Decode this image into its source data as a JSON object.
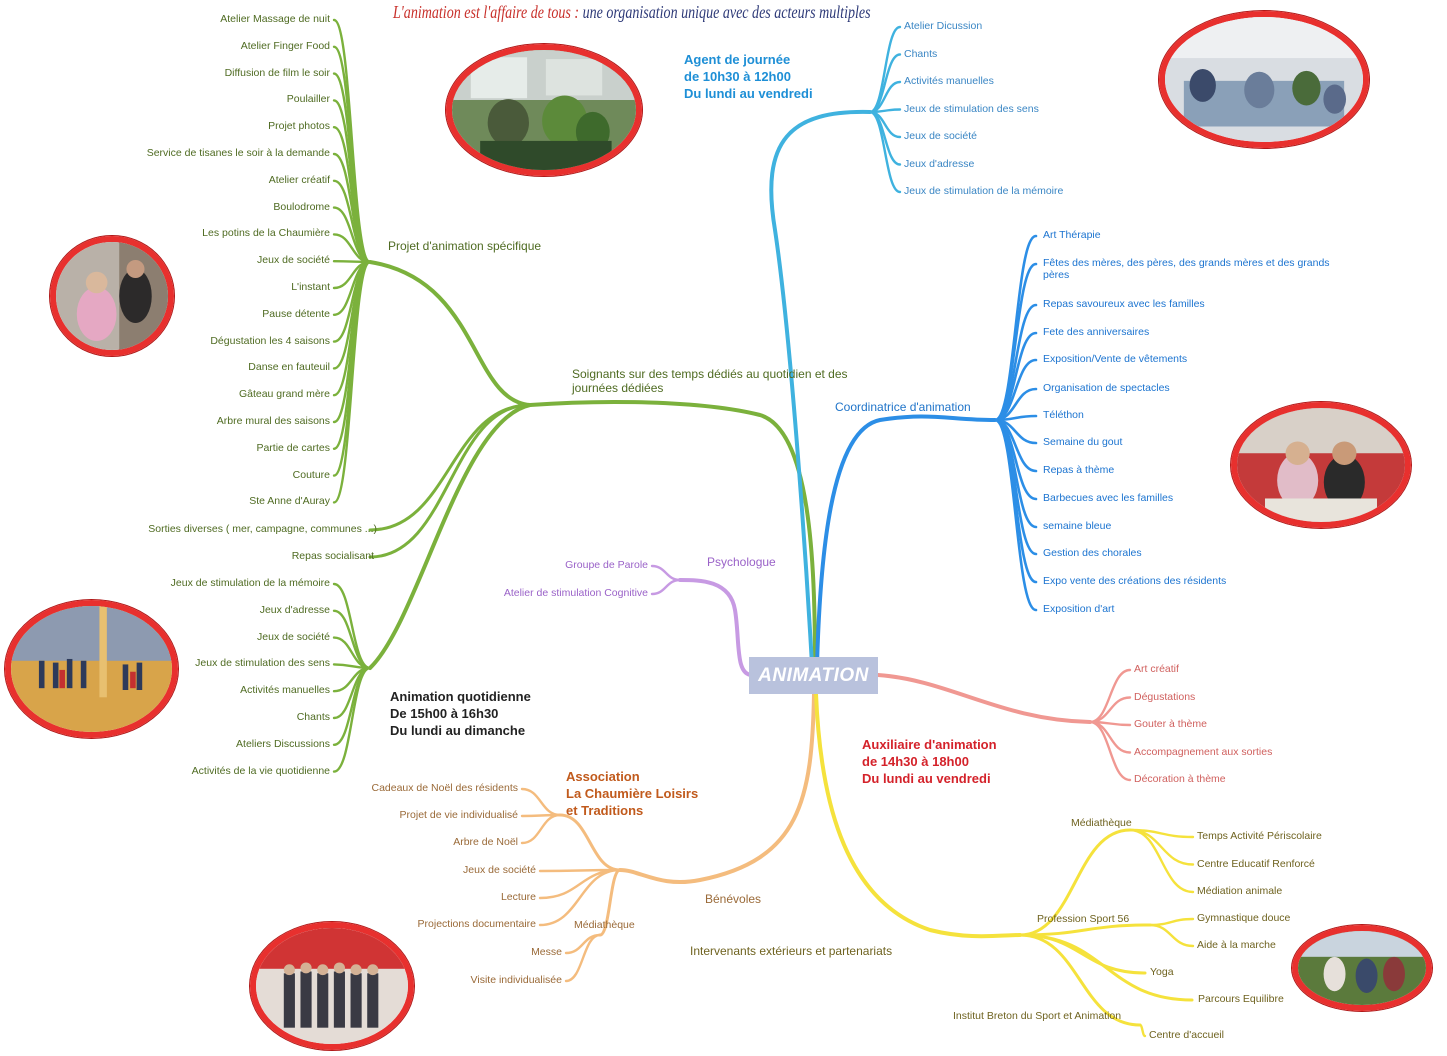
{
  "title": {
    "part1": "L'animation est l'affaire de tous :",
    "part2": "une organisation unique avec des acteurs multiples"
  },
  "center": {
    "label": "ANIMATION"
  },
  "colors": {
    "green": "#7bb13c",
    "cyan": "#3fb2df",
    "blue": "#2c8ee6",
    "purple": "#c79ae3",
    "salmon": "#f09892",
    "orange": "#f4bc7e",
    "yellow": "#f5e23c",
    "photo_ring": "#e8302e"
  },
  "green_branch": {
    "label": "Soignants sur des temps dédiés au quotidien et des journées dédiées",
    "specific": {
      "label": "Projet d'animation spécifique",
      "items": [
        "Atelier Massage de nuit",
        "Atelier Finger Food",
        "Diffusion de film le soir",
        "Poulailler",
        "Projet photos",
        "Service de tisanes le soir à la demande",
        "Atelier créatif",
        "Boulodrome",
        "Les potins de la Chaumière",
        "Jeux de société",
        "L'instant",
        "Pause détente",
        "Dégustation les 4 saisons",
        "Danse en fauteuil",
        "Gâteau grand mère",
        "Arbre mural des saisons",
        "Partie de cartes",
        "Couture",
        "Ste Anne d'Auray"
      ]
    },
    "sorties": "Sorties diverses ( mer, campagne, communes ...)",
    "repas": "Repas socialisant",
    "daily": {
      "line1": "Animation quotidienne",
      "line2": "De 15h00 à 16h30",
      "line3": "Du lundi au dimanche",
      "items": [
        "Jeux de stimulation de la mémoire",
        "Jeux d'adresse",
        "Jeux de société",
        "Jeux de stimulation des sens",
        "Activités manuelles",
        "Chants",
        "Ateliers Discussions",
        "Activités de la vie quotidienne"
      ]
    }
  },
  "agent": {
    "line1": "Agent de journée",
    "line2": "de 10h30 à 12h00",
    "line3": "Du lundi au vendredi",
    "items": [
      "Atelier Dicussion",
      "Chants",
      "Activités manuelles",
      "Jeux de stimulation des sens",
      "Jeux de société",
      "Jeux d'adresse",
      "Jeux de stimulation de la mémoire"
    ]
  },
  "coordinatrice": {
    "label": "Coordinatrice d'animation",
    "items": [
      "Art Thérapie",
      "Fêtes des mères, des pères, des grands mères et des grands pères",
      "Repas savoureux avec les familles",
      "Fete des anniversaires",
      "Exposition/Vente de vêtements",
      "Organisation de spectacles",
      "Téléthon",
      "Semaine du gout",
      "Repas à thème",
      "Barbecues avec les familles",
      "semaine bleue",
      "Gestion des chorales",
      "Expo vente des créations des résidents",
      "Exposition d'art"
    ]
  },
  "psychologue": {
    "label": "Psychologue",
    "items": [
      "Groupe de Parole",
      "Atelier de stimulation Cognitive"
    ]
  },
  "auxiliaire": {
    "line1": "Auxiliaire d'animation",
    "line2": "de 14h30 à 18h00",
    "line3": "Du lundi au vendredi",
    "items": [
      "Art créatif",
      "Dégustations",
      "Gouter à thème",
      "Accompagnement aux sorties",
      "Décoration à thème"
    ]
  },
  "benevoles": {
    "label": "Bénévoles",
    "association": {
      "line1": "Association",
      "line2": "La Chaumière Loisirs",
      "line3": "et Traditions",
      "items": [
        "Cadeaux de Noël des résidents",
        "Projet de vie individualisé",
        "Arbre de Noël"
      ]
    },
    "direct": [
      "Jeux de société",
      "Lecture",
      "Projections documentaire"
    ],
    "mediatheque": {
      "label": "Médiathèque",
      "items": [
        "Messe",
        "Visite individualisée"
      ]
    }
  },
  "intervenants": {
    "label": "Intervenants extérieurs et partenariats",
    "mediatheque": {
      "label": "Médiathèque",
      "items": [
        "Temps Activité Périscolaire",
        "Centre Educatif Renforcé",
        "Médiation animale"
      ]
    },
    "sport": {
      "label": "Profession Sport 56",
      "items": [
        "Gymnastique douce",
        "Aide à la marche"
      ]
    },
    "direct": [
      "Yoga",
      "Parcours Equilibre"
    ],
    "institut": {
      "label": "Institut Breton du Sport et Animation",
      "items": [
        "Centre d'accueil"
      ]
    }
  }
}
